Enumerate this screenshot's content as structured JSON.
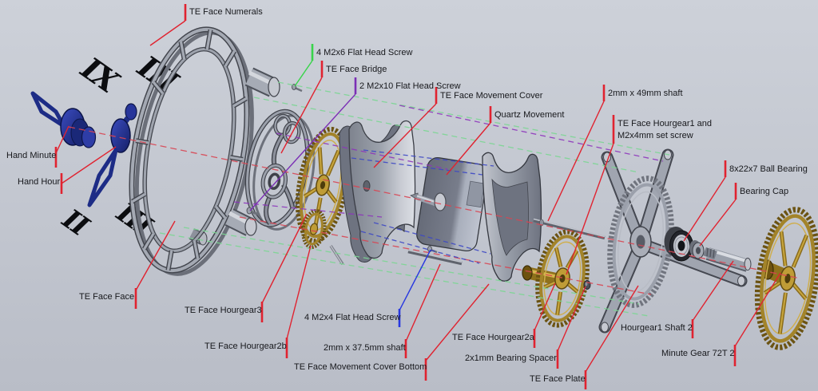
{
  "colors": {
    "background-top": "#cdd1d9",
    "background-bottom": "#b9bdc7",
    "label-text": "#17181c",
    "leader-red": "#e02330",
    "leader-green": "#38d44a",
    "leader-purple": "#7b2fb5",
    "leader-blue": "#2838e0",
    "axis-red": "#d84552",
    "axis-green": "#7bd692",
    "axis-blue": "#3d48c4",
    "axis-purple": "#8d35bb",
    "numeral-black": "#0c0d10",
    "steel": "#a6abb5",
    "brass": "#b8953a",
    "hand-blue": "#24339b"
  },
  "numerals": {
    "n1": "IX",
    "n2": "III",
    "n3": "II",
    "n4": "III"
  },
  "labels": [
    {
      "id": "te-face-numerals",
      "text": "TE Face Numerals"
    },
    {
      "id": "m2x6-screws",
      "text": "4 M2x6 Flat Head Screw"
    },
    {
      "id": "te-face-bridge",
      "text": "TE Face Bridge"
    },
    {
      "id": "m2x10-screws",
      "text": "2 M2x10 Flat Head Screw"
    },
    {
      "id": "te-face-movement-cover",
      "text": "TE Face Movement Cover"
    },
    {
      "id": "quartz-movement",
      "text": "Quartz Movement"
    },
    {
      "id": "shaft-2x49",
      "text": "2mm x 49mm shaft"
    },
    {
      "id": "te-face-hourgear1",
      "text": "TE Face Hourgear1 and\nM2x4mm set screw"
    },
    {
      "id": "ball-bearing",
      "text": "8x22x7 Ball Bearing"
    },
    {
      "id": "bearing-cap",
      "text": "Bearing Cap"
    },
    {
      "id": "hand-minute",
      "text": "Hand Minute"
    },
    {
      "id": "hand-hour",
      "text": "Hand Hour"
    },
    {
      "id": "te-face-face",
      "text": "TE Face Face"
    },
    {
      "id": "te-face-hourgear3",
      "text": "TE Face Hourgear3"
    },
    {
      "id": "te-face-hourgear2b",
      "text": "TE Face Hourgear2b"
    },
    {
      "id": "m2x4-screws",
      "text": "4 M2x4 Flat Head Screw"
    },
    {
      "id": "shaft-2x37-5",
      "text": "2mm x 37.5mm shaft"
    },
    {
      "id": "te-face-movement-cover-bottom",
      "text": "TE Face Movement Cover Bottom"
    },
    {
      "id": "te-face-hourgear2a",
      "text": "TE Face Hourgear2a"
    },
    {
      "id": "bearing-spacer",
      "text": "2x1mm Bearing Spacer"
    },
    {
      "id": "te-face-plate",
      "text": "TE Face Plate"
    },
    {
      "id": "hourgear1-shaft-2",
      "text": "Hourgear1 Shaft 2"
    },
    {
      "id": "minute-gear-72t-2",
      "text": "Minute Gear 72T 2"
    }
  ]
}
